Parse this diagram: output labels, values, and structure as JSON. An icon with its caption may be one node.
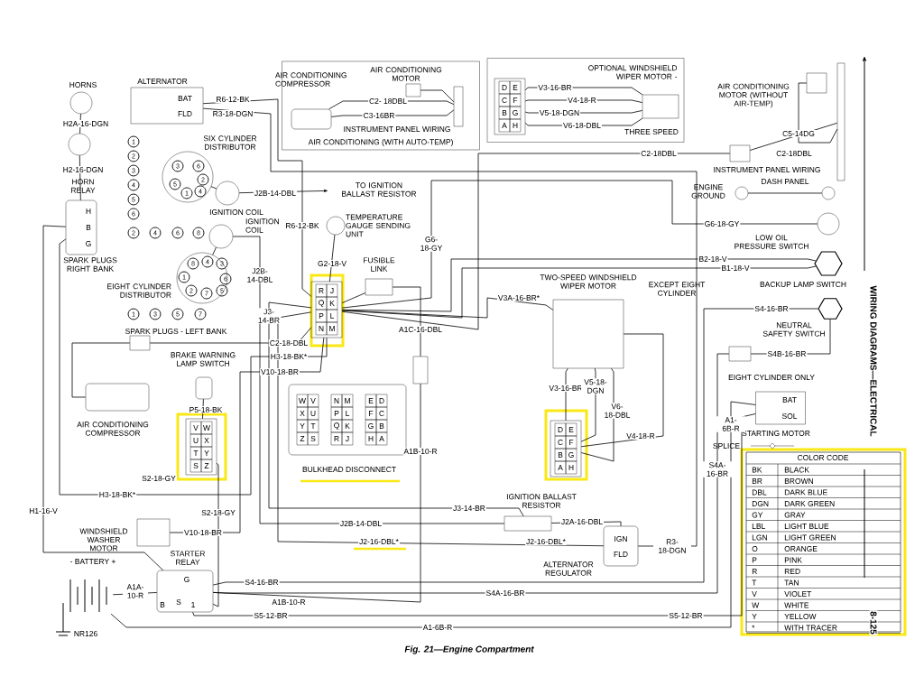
{
  "diagram": {
    "caption": "Fig. 21—Engine Compartment",
    "nodes": [
      {
        "text": [
          "HORNS"
        ]
      },
      {
        "text": [],
        "shape": "circle"
      },
      {
        "text": [
          "HORN RELAY",
          "H",
          "B",
          "G"
        ]
      },
      {
        "text": [
          "ALTERNATOR",
          "BAT",
          "FLD"
        ]
      },
      {
        "text": [
          "SIX CYLINDER DISTRIBUTOR"
        ]
      },
      {
        "text": [
          "IGNITION COIL"
        ]
      },
      {
        "text": [
          "IGNITION COIL"
        ]
      },
      {
        "text": [
          "EIGHT CYLINDER DISTRIBUTOR"
        ]
      },
      {
        "text": [
          "AIR CONDITIONING (WITH AUTO-TEMP)"
        ]
      },
      {
        "text": [
          "AIR CONDITIONING COMPRESSOR"
        ],
        "in": 8
      },
      {
        "text": [
          "AIR CONDITIONING MOTOR"
        ],
        "in": 8
      },
      {
        "text": [
          "INSTRUMENT PANEL WIRING"
        ],
        "in": 8
      },
      {
        "text": [
          "OPTIONAL WINDSHIELD WIPER MOTOR -",
          "THREE SPEED"
        ]
      },
      {
        "text": [
          "D",
          "E",
          "C",
          "F",
          "B",
          "G",
          "A",
          "H"
        ],
        "in": 12
      },
      {
        "text": [],
        "shape": "box",
        "in": 12
      },
      {
        "text": [
          "AIR CONDITIONING MOTOR (WITHOUT AIR-TEMP)"
        ]
      },
      {
        "text": [],
        "shape": "box"
      },
      {
        "text": [
          "INSTRUMENT PANEL WIRING",
          "DASH PANEL"
        ]
      },
      {
        "text": [
          "ENGINE GROUND"
        ]
      },
      {
        "text": [],
        "shape": "circle"
      },
      {
        "text": [
          "LOW OIL PRESSURE SWITCH"
        ]
      },
      {
        "text": [
          "BACKUP LAMP SWITCH"
        ]
      },
      {
        "text": [
          "NEUTRAL SAFETY SWITCH"
        ]
      },
      {
        "text": [],
        "shape": "box",
        "beside": [
          "EIGHT CYLINDER ONLY"
        ]
      },
      {
        "text": [
          "BAT",
          "SOL",
          "STARTING MOTOR"
        ]
      },
      {
        "text": [
          "BULKHEAD DISCONNECT"
        ]
      },
      {
        "text": [
          "R",
          "J",
          "Q",
          "K",
          "P",
          "L",
          "N",
          "M"
        ]
      },
      {
        "text": [
          "TEMPERATURE GAUGE SENDING UNIT"
        ]
      },
      {
        "text": [
          "FUSIBLE LINK"
        ]
      },
      {
        "text": [
          "BRAKE WARNING LAMP SWITCH"
        ]
      },
      {
        "text": [],
        "shape": "box"
      },
      {
        "text": [
          "AIR CONDITIONING COMPRESSOR"
        ]
      },
      {
        "text": [
          "V",
          "W",
          "U",
          "X",
          "T",
          "Y",
          "S",
          "Z"
        ]
      },
      {
        "text": [
          "WINDSHIELD WASHER MOTOR"
        ]
      },
      {
        "text": [
          "- BATTERY +"
        ]
      },
      {
        "text": [
          "STARTER RELAY",
          "G",
          "B",
          "S",
          "1"
        ]
      },
      {
        "text": [
          "IGNITION BALLAST RESISTOR"
        ]
      },
      {
        "text": [
          "ALTERNATOR REGULATOR",
          "IGN",
          "FLD"
        ]
      },
      {
        "text": [
          "TWO-SPEED WINDSHIELD WIPER MOTOR"
        ]
      },
      {
        "text": [
          "D",
          "E",
          "C",
          "F",
          "B",
          "G",
          "A",
          "H"
        ]
      },
      {
        "text": [],
        "shape": "box"
      },
      {
        "text": [
          "TO IGNITION BALLAST RESISTOR"
        ]
      }
    ],
    "edges": [
      {
        "from": 0,
        "to": 1,
        "arrow": "none",
        "label": "H2A-16-DGN"
      },
      {
        "from": 1,
        "to": 2,
        "arrow": "none",
        "label": "H2-16-DGN"
      },
      {
        "from": 3,
        "to": 26,
        "arrow": "none",
        "label": "R6-12-BK"
      },
      {
        "from": 3,
        "to": 37,
        "arrow": "none",
        "label": "R3-18-DGN"
      },
      {
        "from": 5,
        "to": 41,
        "arrow": "to",
        "label": "J2B-14-DBL"
      },
      {
        "from": 6,
        "to": 36,
        "arrow": "none",
        "label": "J2B- 14-DBL"
      },
      {
        "from": 26,
        "to": 36,
        "arrow": "none",
        "label": "J3- 14-BR"
      },
      {
        "from": 27,
        "to": 26,
        "arrow": "none",
        "label": "G2-18-V"
      },
      {
        "from": 26,
        "to": 20,
        "arrow": "none",
        "label": "G6- 18-GY"
      },
      {
        "from": 26,
        "to": 28,
        "arrow": "none"
      },
      {
        "from": 28,
        "to": 40,
        "arrow": "none",
        "label": "A1C-16-DBL"
      },
      {
        "from": 40,
        "to": 35,
        "arrow": "none",
        "label": "A1B-10-R"
      },
      {
        "from": 26,
        "to": 30,
        "arrow": "none",
        "label": "C2-18-DBL"
      },
      {
        "from": 30,
        "to": 31,
        "arrow": "none"
      },
      {
        "from": 2,
        "to": 26,
        "arrow": "none",
        "label": "H3-18-BK*"
      },
      {
        "from": 33,
        "to": 26,
        "arrow": "none",
        "label": "V10-18-BR"
      },
      {
        "from": 29,
        "to": 32,
        "arrow": "none",
        "label": "P5-18-BK"
      },
      {
        "from": 32,
        "to": 35,
        "arrow": "none",
        "label": "S2-18-GY"
      },
      {
        "from": 2,
        "to": 35,
        "arrow": "none",
        "label": "H1-16-V"
      },
      {
        "from": 34,
        "to": 35,
        "arrow": "none",
        "label": "A1A- 10-R"
      },
      {
        "from": 34,
        "to": 24,
        "arrow": "none",
        "label": "A1-6B-R"
      },
      {
        "from": 35,
        "to": 22,
        "arrow": "none",
        "label": "S4-16-BR"
      },
      {
        "from": 35,
        "to": 23,
        "arrow": "none",
        "label": "S4A-16-BR"
      },
      {
        "from": 23,
        "to": 22,
        "arrow": "none",
        "label": "S4B-16-BR"
      },
      {
        "from": 35,
        "to": 24,
        "arrow": "none",
        "label": "S5-12-BR"
      },
      {
        "from": 36,
        "to": 37,
        "arrow": "none",
        "label": "J2A-16-DBL"
      },
      {
        "from": 26,
        "to": 37,
        "arrow": "none",
        "label": "J2-16-DBL*"
      },
      {
        "from": 39,
        "to": 38,
        "arrow": "none",
        "label": "V3-16-BR"
      },
      {
        "from": 39,
        "to": 38,
        "arrow": "none",
        "label": "V5-18- DGN"
      },
      {
        "from": 39,
        "to": 38,
        "arrow": "none",
        "label": "V6- 18-DBL"
      },
      {
        "from": 39,
        "to": 38,
        "arrow": "none",
        "label": "V4-18-R"
      },
      {
        "from": 26,
        "to": 38,
        "arrow": "none",
        "label": "V3A-16-BR*"
      },
      {
        "from": 26,
        "to": 21,
        "arrow": "none",
        "label": "B2-18-V"
      },
      {
        "from": 26,
        "to": 21,
        "arrow": "none",
        "label": "B1-18-V"
      },
      {
        "from": 13,
        "to": 14,
        "arrow": "none",
        "label": "V3-16-BR"
      },
      {
        "from": 13,
        "to": 14,
        "arrow": "none",
        "label": "V4-18-R"
      },
      {
        "from": 13,
        "to": 14,
        "arrow": "none",
        "label": "V5-18-DGN"
      },
      {
        "from": 13,
        "to": 14,
        "arrow": "none",
        "label": "V6-18-DBL"
      },
      {
        "from": 9,
        "to": 11,
        "arrow": "none",
        "label": "C2- 18DBL"
      },
      {
        "from": 9,
        "to": 11,
        "arrow": "none",
        "label": "C3-16BR"
      },
      {
        "from": 10,
        "to": 11,
        "arrow": "none"
      },
      {
        "from": 15,
        "to": 17,
        "arrow": "none",
        "label": "C5-14DG"
      },
      {
        "from": 16,
        "to": 17,
        "arrow": "none",
        "label": "C2-18DBL"
      },
      {
        "from": 26,
        "to": 16,
        "arrow": "none",
        "label": "C2-18DBL"
      },
      {
        "from": 18,
        "to": 19,
        "arrow": "none"
      },
      {
        "from": 4,
        "to": 5,
        "arrow": "none"
      },
      {
        "from": 6,
        "to": 7,
        "arrow": "none"
      }
    ],
    "labels": [
      "R6-12-BK",
      "J2B-14-DBL",
      "J3-14-BR",
      "J2-16-DBL*",
      "G6-18-GY",
      "A1B-10-R",
      "H3-18-BK*",
      "V10-18-BR",
      "S2-18-GY",
      "R3- 18-DGN",
      "A1- 6B-R",
      "S4-16-BR",
      "S4A- 16-BR",
      "S5-12-BR",
      "EXCEPT EIGHT CYLINDER",
      "SPLICE",
      "SPARK PLUGS RIGHT BANK",
      "SPARK PLUGS - LEFT BANK",
      "NR126",
      "WIRING DIAGRAMS—ELECTRICAL",
      "8-125",
      "COLOR CODE",
      "BK",
      "BLACK",
      "BR",
      "BROWN",
      "DBL",
      "DARK BLUE",
      "DGN",
      "DARK GREEN",
      "GY",
      "GRAY",
      "LBL",
      "LIGHT BLUE",
      "LGN",
      "LIGHT GREEN",
      "O",
      "ORANGE",
      "P",
      "PINK",
      "R",
      "RED",
      "T",
      "TAN",
      "V",
      "VIOLET",
      "W",
      "WHITE",
      "Y",
      "YELLOW",
      "*",
      "WITH TRACER",
      "W",
      "V",
      "N",
      "M",
      "E",
      "D",
      "X",
      "U",
      "P",
      "L",
      "F",
      "C",
      "Y",
      "T",
      "Q",
      "K",
      "G",
      "B",
      "Z",
      "S",
      "R",
      "J",
      "H",
      "A",
      "1",
      "2",
      "3",
      "4",
      "5",
      "6",
      "3",
      "6",
      "5",
      "2",
      "1",
      "4",
      "2",
      "4",
      "6",
      "8",
      "8",
      "4",
      "3",
      "1",
      "6",
      "2",
      "7",
      "5",
      "1",
      "3",
      "5",
      "7"
    ]
  }
}
